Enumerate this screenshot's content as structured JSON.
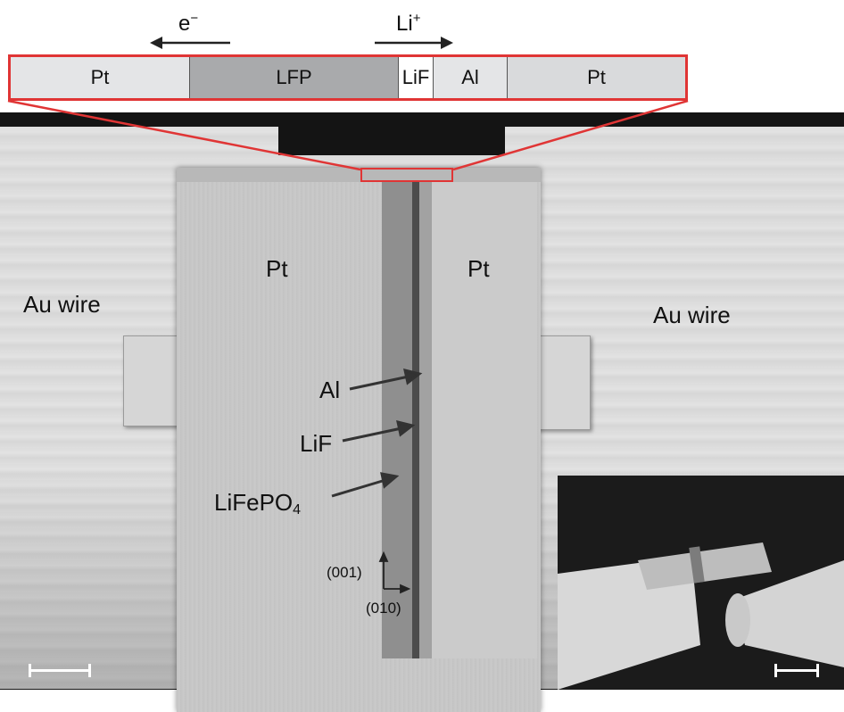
{
  "diagram": {
    "layers": [
      "Pt",
      "LFP",
      "LiF",
      "Al",
      "Pt"
    ],
    "electron_label": "e",
    "electron_sup": "−",
    "ion_label": "Li",
    "ion_sup": "+"
  },
  "micrograph": {
    "wire_left_label": "Au wire",
    "wire_right_label": "Au wire",
    "pt_left_label": "Pt",
    "pt_right_label": "Pt",
    "al_label": "Al",
    "lif_label": "LiF",
    "lfp_label_main": "LiFePO",
    "lfp_label_sub": "4",
    "axis_001": "(001)",
    "axis_010": "(010)"
  },
  "colors": {
    "highlight": "#e03535",
    "wire": "#dcdcdc",
    "background": "#141414"
  }
}
